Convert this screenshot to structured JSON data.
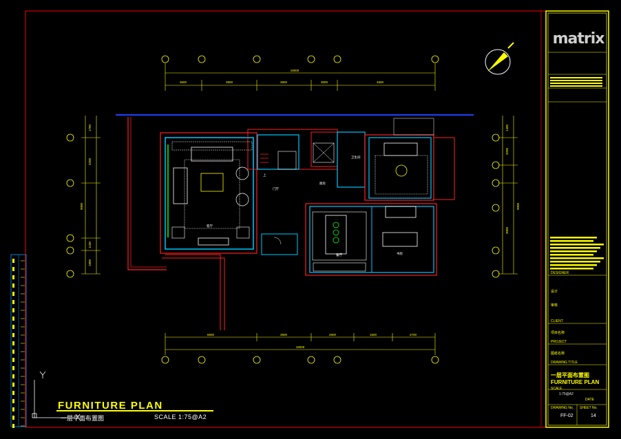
{
  "titleblock": {
    "logo": "matrix",
    "drawing_title_cn": "一层平面布置图",
    "drawing_title_en": "FURNITURE PLAN",
    "scale_value": "1:75@A2",
    "drawing_no": "FF-02",
    "sheet_no": "14",
    "designer_label": "DESIGNER",
    "client_label": "CLIENT",
    "project_label": "PROJECT",
    "drawing_title_label": "DRAWING TITLE",
    "scale_label": "SCALE",
    "date_label": "DATE",
    "drawing_no_label": "DRAWING No.",
    "sheet_no_label": "SHEET No.",
    "cn_labels": [
      "项目名称",
      "图纸名称",
      "设计",
      "审核"
    ]
  },
  "plan": {
    "title": "FURNITURE PLAN",
    "subtitle": "一层平面布置图",
    "scale_text": "SCALE  1:75@A2",
    "room_labels": [
      "客厅",
      "上",
      "门厅",
      "餐厅",
      "书房",
      "卫生间",
      "厨房"
    ]
  },
  "dims": {
    "top_total": "19000",
    "top_segments": [
      "3600",
      "3900",
      "3900",
      "3000",
      "4600"
    ],
    "bottom_total": "19000",
    "bottom_segments": [
      "6500",
      "3900",
      "2600",
      "1500",
      "2700"
    ],
    "left_segments": [
      "1700",
      "3200",
      "1100",
      "1800"
    ],
    "left_total": "9000",
    "right_segments": [
      "1400",
      "3200",
      "3000"
    ],
    "right_total": "9000"
  },
  "colors": {
    "frame": "#ff0000",
    "wall": "#00c8ff",
    "grid": "#ffff00",
    "furniture": "#ffffff",
    "accent": "#00ff00"
  }
}
